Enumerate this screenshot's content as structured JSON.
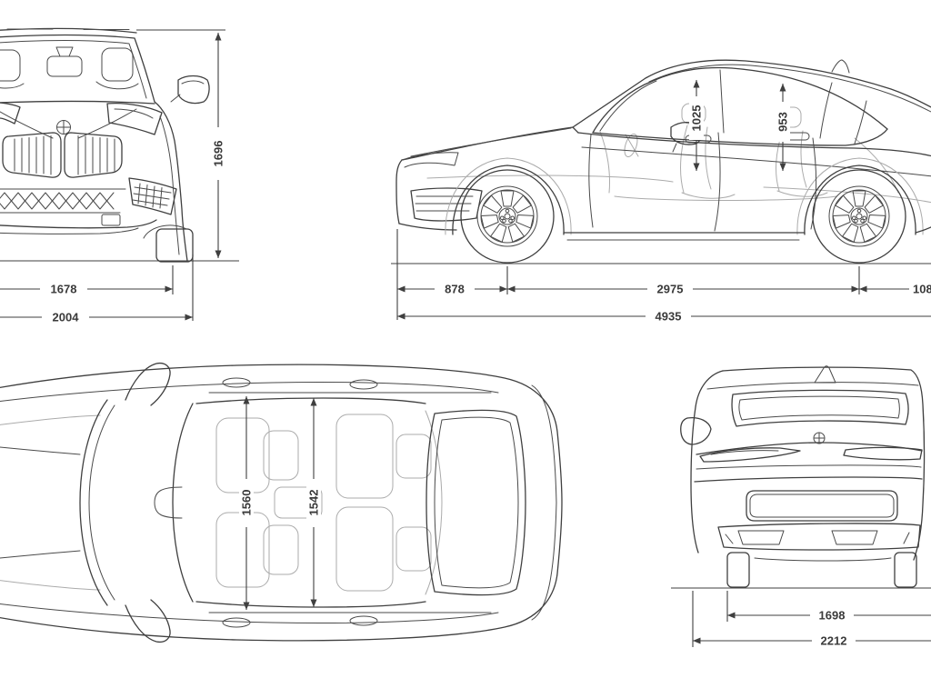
{
  "page": {
    "background": "#ffffff",
    "line_color": "#3f3f3f",
    "light_line_color": "#ababab",
    "text_color": "#3a3a3a",
    "units": "mm"
  },
  "views": {
    "front": {
      "dimensions": {
        "height": "1696",
        "track_width": "1678",
        "overall_width": "2004"
      }
    },
    "side": {
      "dimensions": {
        "front_headroom": "1025",
        "rear_headroom": "953",
        "front_overhang": "878",
        "wheelbase": "2975",
        "rear_overhang": "108",
        "overall_length": "4935"
      }
    },
    "top": {
      "dimensions": {
        "front_shoulder_width": "1560",
        "rear_shoulder_width": "1542"
      }
    },
    "rear": {
      "dimensions": {
        "rear_track": "1698",
        "overall_width_mirrors": "2212"
      }
    }
  }
}
